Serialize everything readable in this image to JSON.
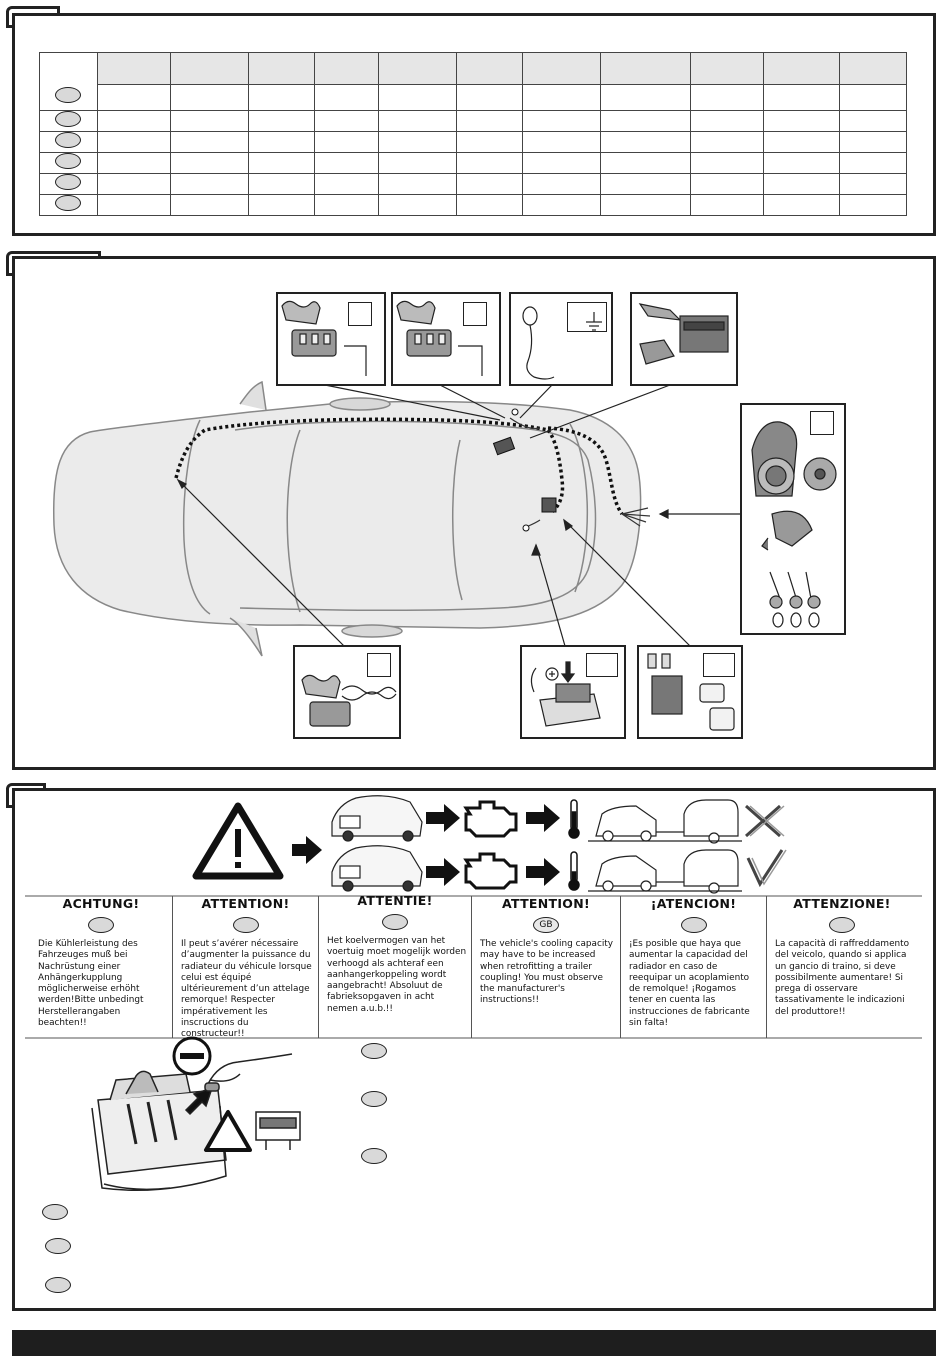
{
  "warning": {
    "columns": [
      {
        "key": "de",
        "heading": "ACHTUNG!",
        "badge": "",
        "text": "Die Kühlerleistung des Fahrzeuges muß bei Nachrüstung einer Anhängerkupplung möglicherweise erhöht werden!Bitte unbedingt Herstellerangaben beachten!!"
      },
      {
        "key": "fr",
        "heading": "ATTENTION!",
        "badge": "",
        "text": "Il peut s’avérer nécessaire d’augmenter la puissance du radiateur du véhicule lorsque celui est équipé ultérieurement d’un attelage remorque! Respecter impérativement les inscructions du constructeur!!"
      },
      {
        "key": "nl",
        "heading": "ATTENTIE!",
        "badge": "",
        "text": "Het koelvermogen van het voertuig moet mogelijk worden verhoogd als achteraf een aanhangerkoppeling wordt aangebracht! Absoluut de fabrieksopgaven in acht nemen a.u.b.!!"
      },
      {
        "key": "gb",
        "heading": "ATTENTION!",
        "badge": "GB",
        "text": "The vehicle's cooling capacity may have to be increased when retrofitting a trailer coupling! You must observe the manufacturer's instructions!!"
      },
      {
        "key": "es",
        "heading": "¡ATENCION!",
        "badge": "",
        "text": "¡Es posible que haya que aumentar la capacidad del radiador en caso de reequipar un acoplamiento de remolque! ¡Rogamos tener en cuenta las instrucciones de fabricante sin falta!"
      },
      {
        "key": "it",
        "heading": "ATTENZIONE!",
        "badge": "",
        "text": "La capacità di raffreddamento del veicolo, quando si applica un gancio di traino, si deve possibilmente aumentare! Si prega di osservare tassativamente le indicazioni del produttore!!"
      }
    ]
  },
  "icons": {
    "warning_triangle": "warning-triangle-icon",
    "engine": "engine-icon",
    "thermometer": "thermometer-icon",
    "cross": "cross-icon",
    "check": "check-icon",
    "minus": "minus-icon",
    "ground": "ground-icon"
  },
  "colors": {
    "frame": "#222222",
    "oval_fill": "#d9d9d9",
    "table_header": "#e6e6e6",
    "car_fill": "#ebebeb",
    "footer_bar": "#1e1e1e"
  }
}
